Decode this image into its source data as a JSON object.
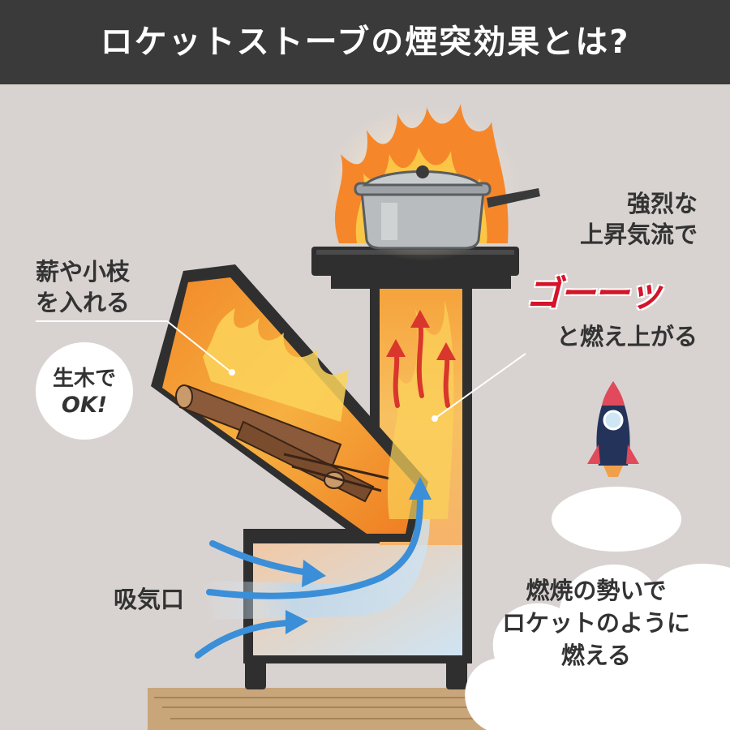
{
  "title": "ロケットストーブの煙突効果とは?",
  "labels": {
    "fuel_line1": "薪や小枝",
    "fuel_line2": "を入れる",
    "badge_line1": "生木で",
    "badge_line2": "OK!",
    "updraft_line1": "強烈な",
    "updraft_line2": "上昇気流で",
    "sound_effect": "ゴーーッ",
    "updraft_line3": "と燃え上がる",
    "intake": "吸気口",
    "rocket_line1": "燃焼の勢いで",
    "rocket_line2": "ロケットのように",
    "rocket_line3": "燃える"
  },
  "icons": {
    "pot": "pot-icon",
    "rocket": "rocket-icon",
    "cloud": "cloud-icon"
  },
  "colors": {
    "title_bg": "#3a3a3a",
    "background": "#d8d3d1",
    "stove_body": "#2f2f2f",
    "fire_orange": "#f08a24",
    "updraft_arrow": "#d9362c",
    "intake_arrow": "#3a8fd8",
    "sound_effect": "#d4142a"
  }
}
